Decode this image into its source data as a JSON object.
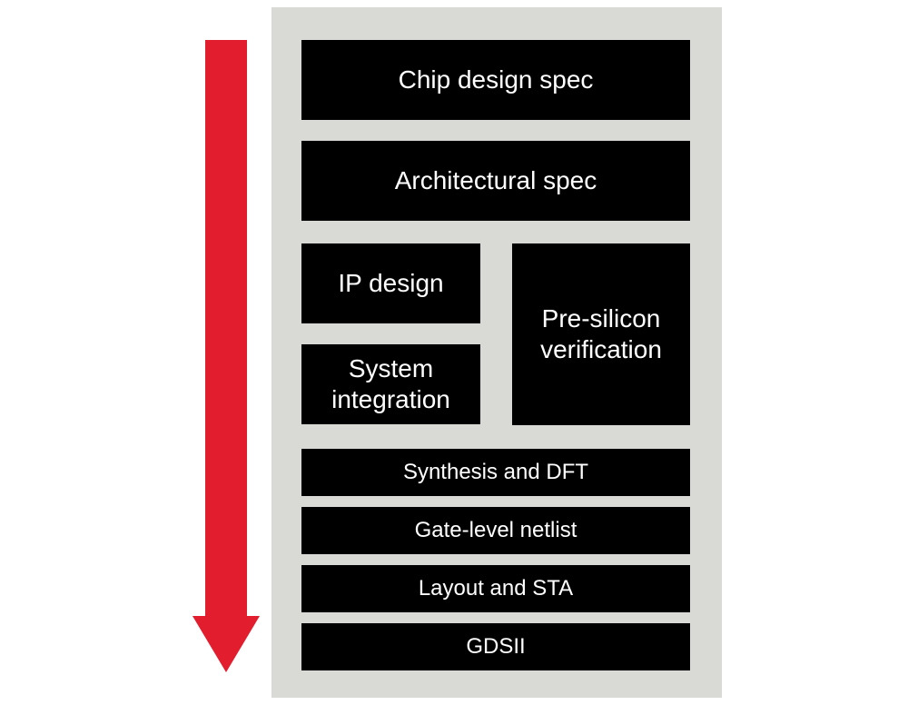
{
  "diagram": {
    "arrow_color": "#e11d2e",
    "panel_color": "#d9d9d6",
    "box_color": "#000000",
    "text_color": "#ffffff",
    "steps": {
      "chip_design_spec": "Chip design spec",
      "architectural_spec": "Architectural spec",
      "ip_design": "IP design",
      "system_integration": [
        "System",
        "integration"
      ],
      "pre_silicon_verification": [
        "Pre-silicon",
        "verification"
      ],
      "synthesis_and_dft": "Synthesis and DFT",
      "gate_level_netlist": "Gate-level netlist",
      "layout_and_sta": "Layout and STA",
      "gdsii": "GDSII"
    }
  }
}
